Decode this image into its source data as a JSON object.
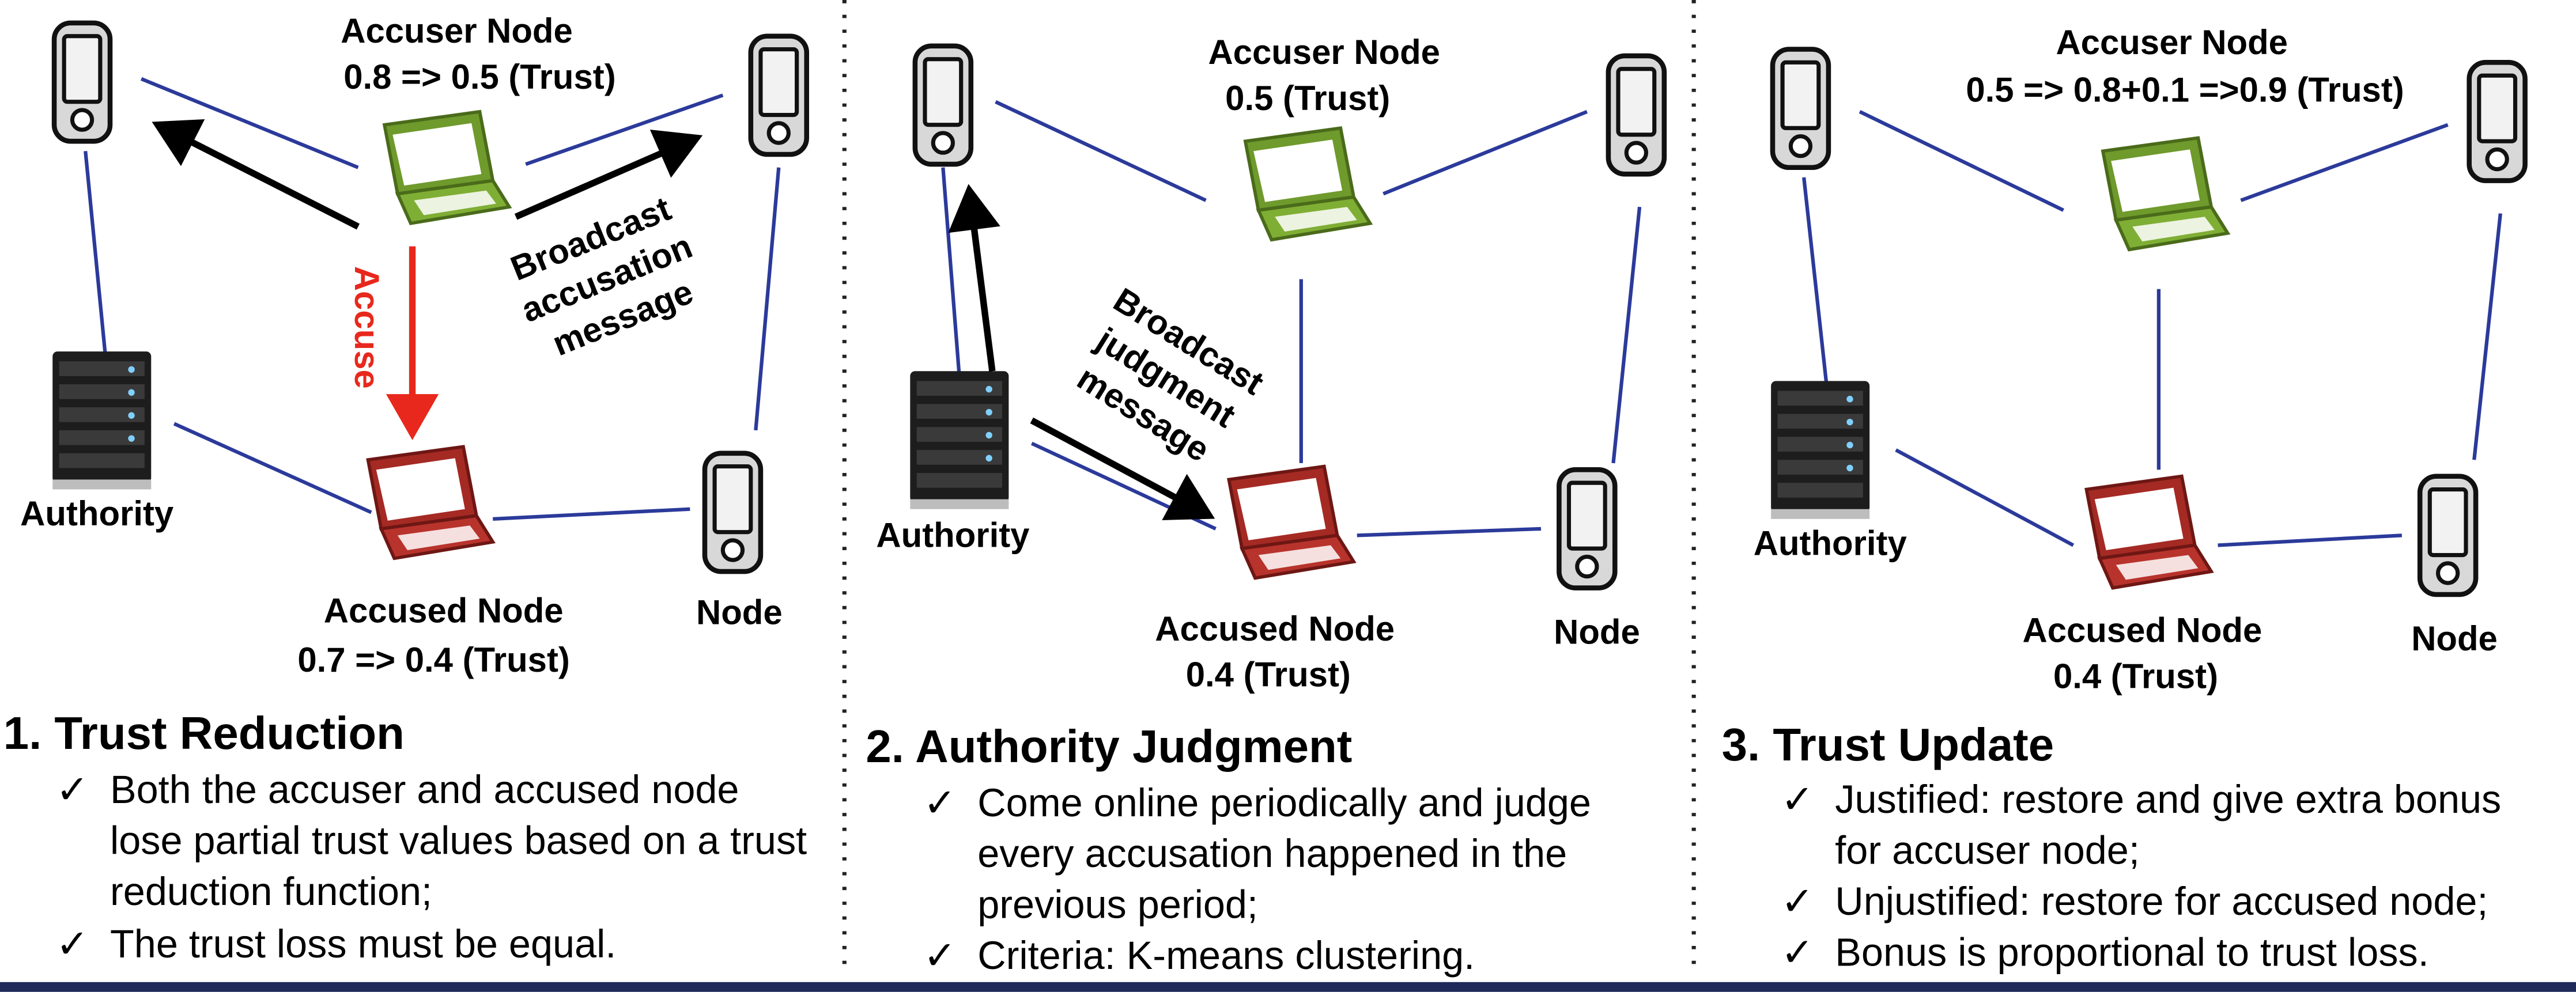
{
  "panels": [
    {
      "accuser_title": "Accuser Node",
      "accuser_trust": "0.8 => 0.5 (Trust)",
      "accused_title": "Accused Node",
      "accused_trust": "0.7 => 0.4 (Trust)",
      "node_label": "Node",
      "authority_label": "Authority",
      "accuse_label": "Accuse",
      "broadcast_lines": [
        "Broadcast",
        "accusation",
        "message"
      ],
      "section_title": "1. Trust Reduction",
      "bullets": [
        [
          "Both the accuser and accused node",
          "lose partial trust values based on a trust",
          "reduction function;"
        ],
        [
          "The trust loss must be equal."
        ]
      ]
    },
    {
      "accuser_title": "Accuser Node",
      "accuser_trust": "0.5 (Trust)",
      "accused_title": "Accused Node",
      "accused_trust": "0.4 (Trust)",
      "node_label": "Node",
      "authority_label": "Authority",
      "broadcast_lines": [
        "Broadcast",
        "judgment",
        "message"
      ],
      "section_title": "2. Authority Judgment",
      "bullets": [
        [
          "Come online periodically and judge",
          "every accusation happened in the",
          "previous period;"
        ],
        [
          "Criteria: K-means clustering."
        ]
      ]
    },
    {
      "accuser_title": "Accuser Node",
      "accuser_trust": "0.5 => 0.8+0.1 =>0.9 (Trust)",
      "accused_title": "Accused Node",
      "accused_trust": "0.4 (Trust)",
      "node_label": "Node",
      "authority_label": "Authority",
      "section_title": "3. Trust Update",
      "bullets": [
        [
          "Justified: restore and give extra bonus",
          "for accuser node;"
        ],
        [
          "Unjustified: restore for accused node;"
        ],
        [
          "Bonus is proportional to trust loss."
        ]
      ]
    }
  ],
  "check_mark": "✓",
  "colors": {
    "link": "#2b3a9a",
    "accuser_laptop": "#6f9a2c",
    "accused_laptop": "#a52a24",
    "accuse_arrow": "#e8281c",
    "arrow": "#000000",
    "footer_bar": "#1f2a5a"
  }
}
